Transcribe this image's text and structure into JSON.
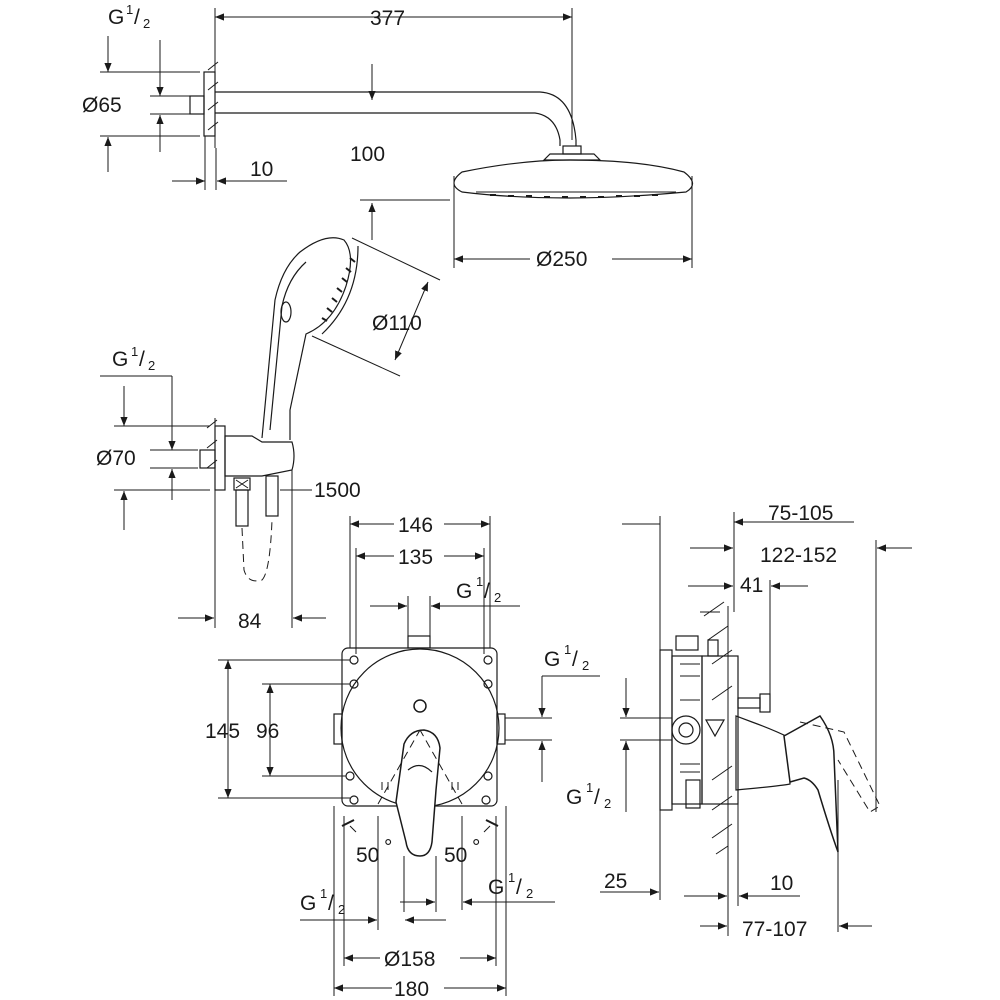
{
  "dimensions": {
    "arm_length": "377",
    "arm_projection": "100",
    "flange_depth": "10",
    "flange_diameter": "Ø65",
    "head_diameter": "Ø250",
    "hand_shower_diameter": "Ø110",
    "holder_diameter": "Ø70",
    "hose_length": "1500",
    "holder_projection": "84",
    "box_width_outer": "146",
    "box_width_inner": "135",
    "box_height": "145",
    "box_inner_height": "96",
    "plate_diameter": "Ø158",
    "plate_width": "180",
    "rotation_left": "50",
    "rotation_right": "50",
    "degree_symbol": "°",
    "wall_depth_range": "75-105",
    "install_depth_range": "122-152",
    "stem_offset": "41",
    "wall_offset": "25",
    "plate_depth": "10",
    "lever_projection": "77-107"
  },
  "thread": {
    "prefix": "G",
    "numerator": "1",
    "slash": "/",
    "denominator": "2"
  },
  "colors": {
    "line": "#1a1a1a",
    "background": "#ffffff"
  }
}
